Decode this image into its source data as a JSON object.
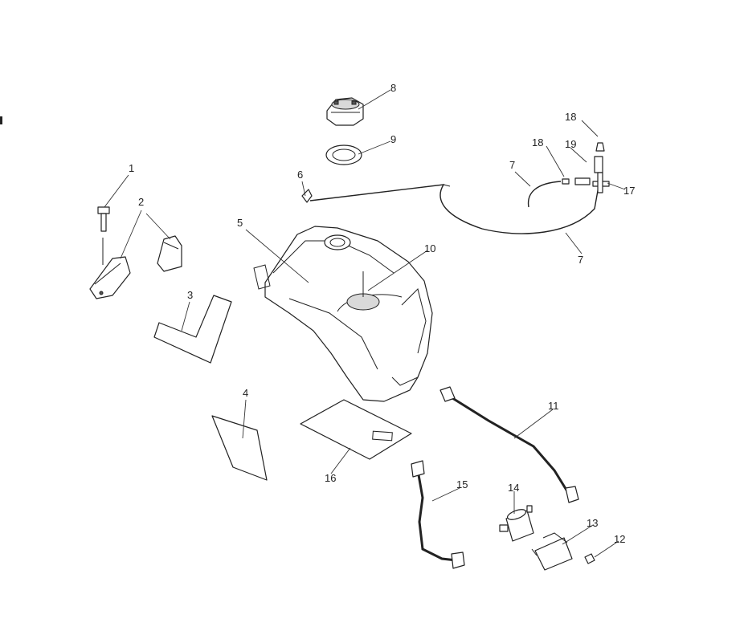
{
  "callouts": {
    "c1": "1",
    "c2": "2",
    "c3": "3",
    "c4": "4",
    "c5": "5",
    "c6": "6",
    "c7a": "7",
    "c7b": "7",
    "c8": "8",
    "c9": "9",
    "c10": "10",
    "c11": "11",
    "c12": "12",
    "c13": "13",
    "c14": "14",
    "c15": "15",
    "c16": "16",
    "c17": "17",
    "c18a": "18",
    "c18b": "18",
    "c19": "19"
  }
}
